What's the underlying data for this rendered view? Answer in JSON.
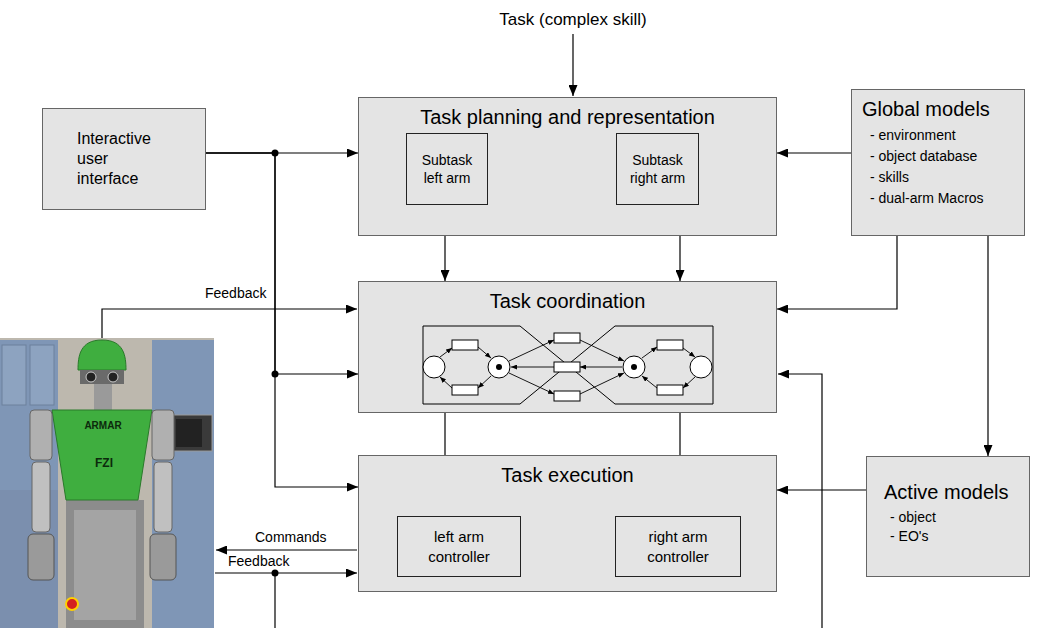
{
  "diagram": {
    "nodes": [
      {
        "text": [
          "Interactive user interface"
        ]
      },
      {
        "text": [
          "Task planning and representation"
        ]
      },
      {
        "text": [
          "Subtask left arm"
        ],
        "in": 1
      },
      {
        "text": [
          "Subtask right arm"
        ],
        "in": 1
      },
      {
        "text": [
          "Global models",
          "- environment",
          "- object database",
          "- skills",
          "- dual-arm Macros"
        ]
      },
      {
        "text": [
          "Task coordination"
        ]
      },
      {
        "text": [
          "Task execution"
        ]
      },
      {
        "text": [
          "left arm controller"
        ],
        "in": 6
      },
      {
        "text": [
          "right arm controller"
        ],
        "in": 6
      },
      {
        "text": [
          "Active models",
          "- object",
          "- EO's"
        ]
      }
    ],
    "edges": [
      {
        "from": 0,
        "to": 1,
        "arrow": "to"
      },
      {
        "from": 0,
        "to": 5,
        "arrow": "to"
      },
      {
        "from": 0,
        "to": 6,
        "arrow": "to"
      },
      {
        "from": 4,
        "to": 1,
        "arrow": "to"
      },
      {
        "from": 4,
        "to": 5,
        "arrow": "to"
      },
      {
        "from": 4,
        "to": 9,
        "arrow": "to"
      },
      {
        "from": 9,
        "to": 6,
        "arrow": "to"
      },
      {
        "from": 2,
        "to": 5,
        "arrow": "to"
      },
      {
        "from": 3,
        "to": 5,
        "arrow": "to"
      },
      {
        "from": 5,
        "to": 7,
        "arrow": "to"
      },
      {
        "from": 5,
        "to": 8,
        "arrow": "to"
      }
    ],
    "labels": [
      "Task (complex skill)",
      "Feedback",
      "Commands",
      "Feedback",
      "ARMAR",
      "FZI"
    ]
  }
}
